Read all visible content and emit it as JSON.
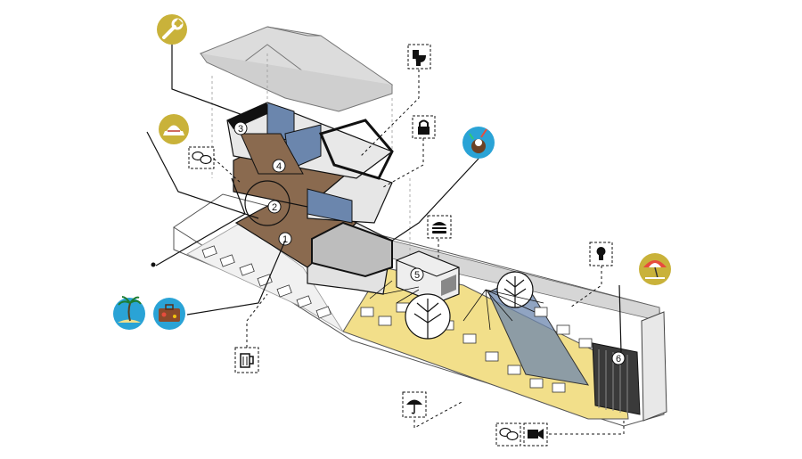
{
  "diagram": {
    "numbered_markers": [
      {
        "label": "1"
      },
      {
        "label": "2"
      },
      {
        "label": "3"
      },
      {
        "label": "4"
      },
      {
        "label": "5"
      },
      {
        "label": "6"
      }
    ],
    "callout_icons": [
      {
        "name": "wrench-icon",
        "style": "gold-circle"
      },
      {
        "name": "hat-icon",
        "style": "gold-circle"
      },
      {
        "name": "coconut-drink-icon",
        "style": "blue-circle"
      },
      {
        "name": "palm-island-icon",
        "style": "blue-circle"
      },
      {
        "name": "suitcase-icon",
        "style": "blue-circle"
      },
      {
        "name": "beach-umbrella-icon",
        "style": "gold-circle"
      },
      {
        "name": "toilet-icon",
        "style": "dashed-box"
      },
      {
        "name": "lock-icon",
        "style": "dashed-box"
      },
      {
        "name": "speech-bubbles-icon",
        "style": "dashed-box"
      },
      {
        "name": "burger-icon",
        "style": "dashed-box"
      },
      {
        "name": "lightbulb-icon",
        "style": "dashed-box"
      },
      {
        "name": "beer-mug-icon",
        "style": "dashed-box"
      },
      {
        "name": "umbrella-icon",
        "style": "dashed-box"
      },
      {
        "name": "video-camera-icon",
        "style": "dashed-box"
      }
    ],
    "colors": {
      "gold": "#c9b23a",
      "blue": "#2aa3d6",
      "floor_brown": "#8a6a4f",
      "terrace_yellow": "#f2df8a",
      "glass_blue": "#6b86ad",
      "roof_grey": "#d9d9d9",
      "line": "#111111"
    }
  }
}
